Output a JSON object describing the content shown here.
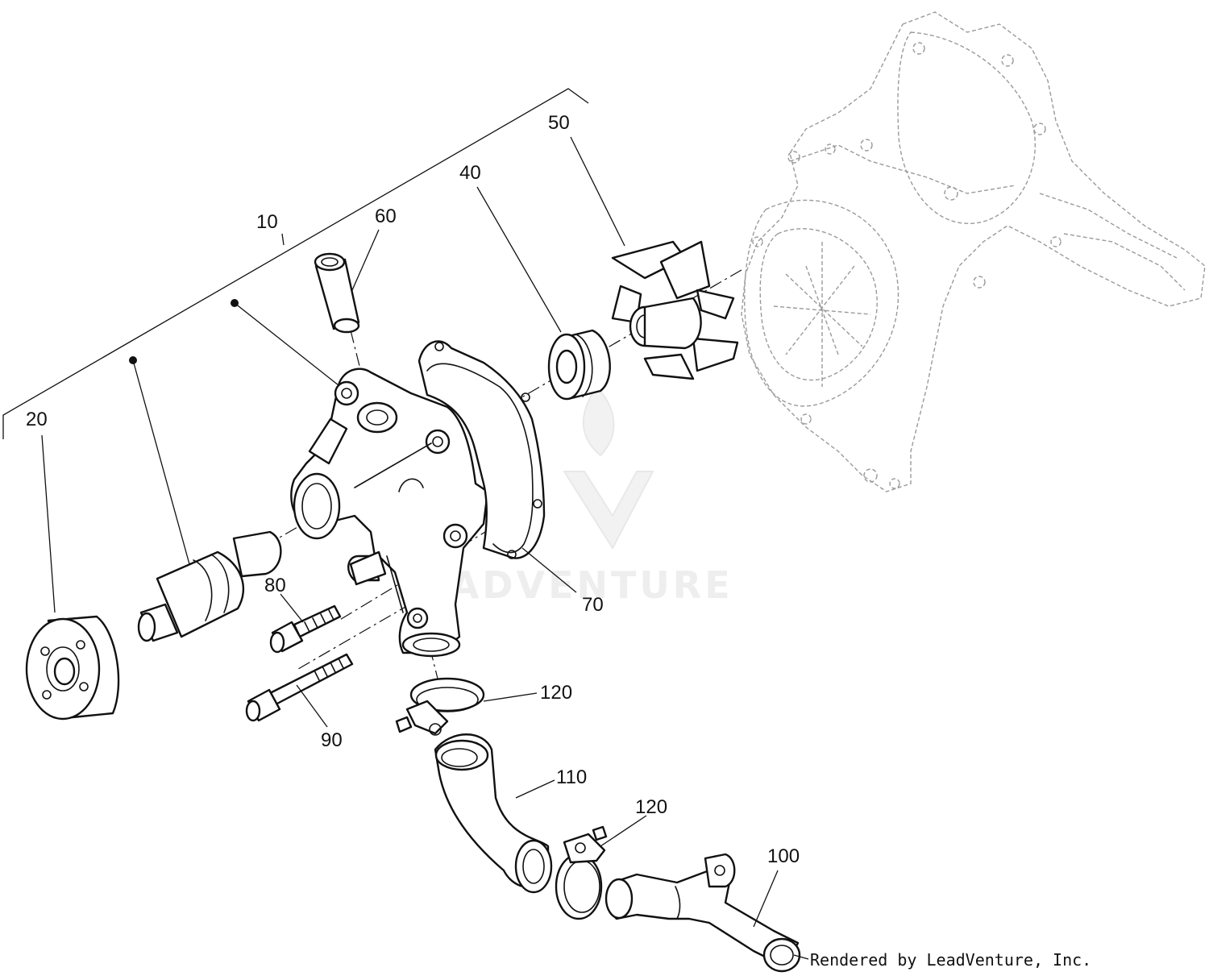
{
  "callouts": {
    "c10": "10",
    "c20": "20",
    "c40": "40",
    "c50": "50",
    "c60": "60",
    "c70": "70",
    "c80": "80",
    "c90": "90",
    "c100": "100",
    "c110": "110",
    "c120a": "120",
    "c120b": "120"
  },
  "watermark": "LEADVENTURE",
  "credit": "Rendered by LeadVenture, Inc.",
  "colors": {
    "ink": "#111111",
    "ghost": "#9a9a9a",
    "watermark": "#eeeeee"
  }
}
